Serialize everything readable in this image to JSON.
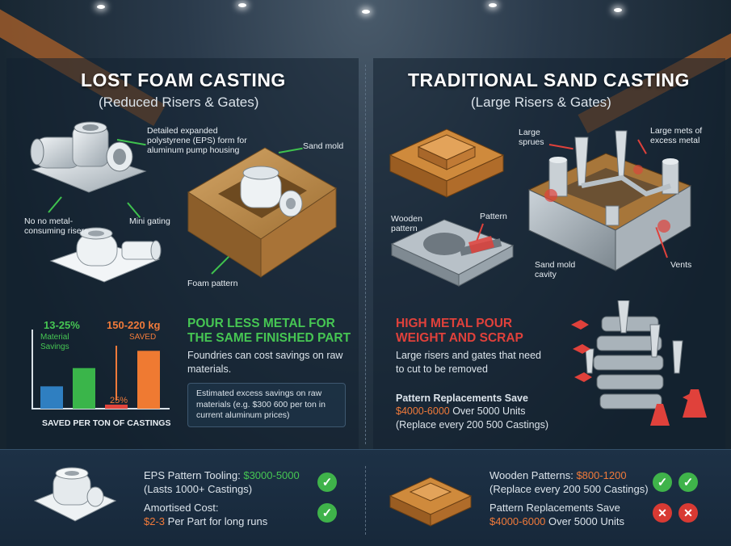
{
  "left": {
    "title": "LOST FOAM CASTING",
    "subtitle": "(Reduced Risers & Gates)",
    "callout_eps": "Detailed expanded polystyrene (EPS) form for aluminum pump housing",
    "callout_sand_mold": "Sand mold",
    "callout_no_metal": "No no metal-consuming risers",
    "callout_mini_gating": "Mini gating",
    "callout_foam_pattern": "Foam pattern",
    "headline": "POUR LESS METAL FOR THE SAME FINISHED PART",
    "body": "Foundries can cost savings on raw materials.",
    "note": "Estimated excess savings on raw materials (e.g. $300 600 per ton in current aluminum prices)"
  },
  "right": {
    "title": "TRADITIONAL SAND CASTING",
    "subtitle": "(Large Risers & Gates)",
    "callout_large_sprues": "Large sprues",
    "callout_large_mets": "Large mets of excess metal",
    "callout_wooden": "Wooden pattern",
    "callout_pattern": "Pattern",
    "callout_sand_mold": "Sand mold cavity",
    "callout_vents": "Vents",
    "headline": "HIGH METAL POUR WEIGHT AND SCRAP",
    "body": "Large risers and gates that need to cut to be removed",
    "repl_title": "Pattern Replacements Save",
    "repl_line1_price": "$4000-6000",
    "repl_line1_rest": " Over 5000 Units",
    "repl_line2": "(Replace every 200 500 Castings)"
  },
  "chart_data": {
    "type": "bar",
    "xlabel": "SAVED PER TON OF CASTINGS",
    "annotations": {
      "material_pct": "13-25%",
      "material_label": "Material Savings",
      "kg_label": "150-220 kg",
      "saved_label": "SAVED",
      "small_pct": "25%"
    },
    "bars": [
      {
        "color": "#2f7fc1",
        "value": 22
      },
      {
        "color": "#3ab54a",
        "value": 40
      },
      {
        "color": "#e2453c",
        "value": 4
      },
      {
        "color": "#ef7a32",
        "value": 57
      }
    ],
    "ylim": [
      0,
      70
    ]
  },
  "bottom": {
    "left_line1_label": "EPS Pattern Tooling: ",
    "left_line1_price": "$3000-5000",
    "left_line2": "(Lasts 1000+ Castings)",
    "left_line3": "Amortised Cost:",
    "left_line4_price": "$2-3",
    "left_line4_rest": " Per Part for long runs",
    "right_line1_label": "Wooden Patterns: ",
    "right_line1_price": "$800-1200",
    "right_line2": "(Replace every 200 500 Castings)",
    "right_line3": "Pattern Replacements Save",
    "right_line4_price": "$4000-6000",
    "right_line4_rest": " Over 5000 Units"
  },
  "colors": {
    "green": "#46c653",
    "red": "#e0413b",
    "orange": "#f07a3a"
  }
}
